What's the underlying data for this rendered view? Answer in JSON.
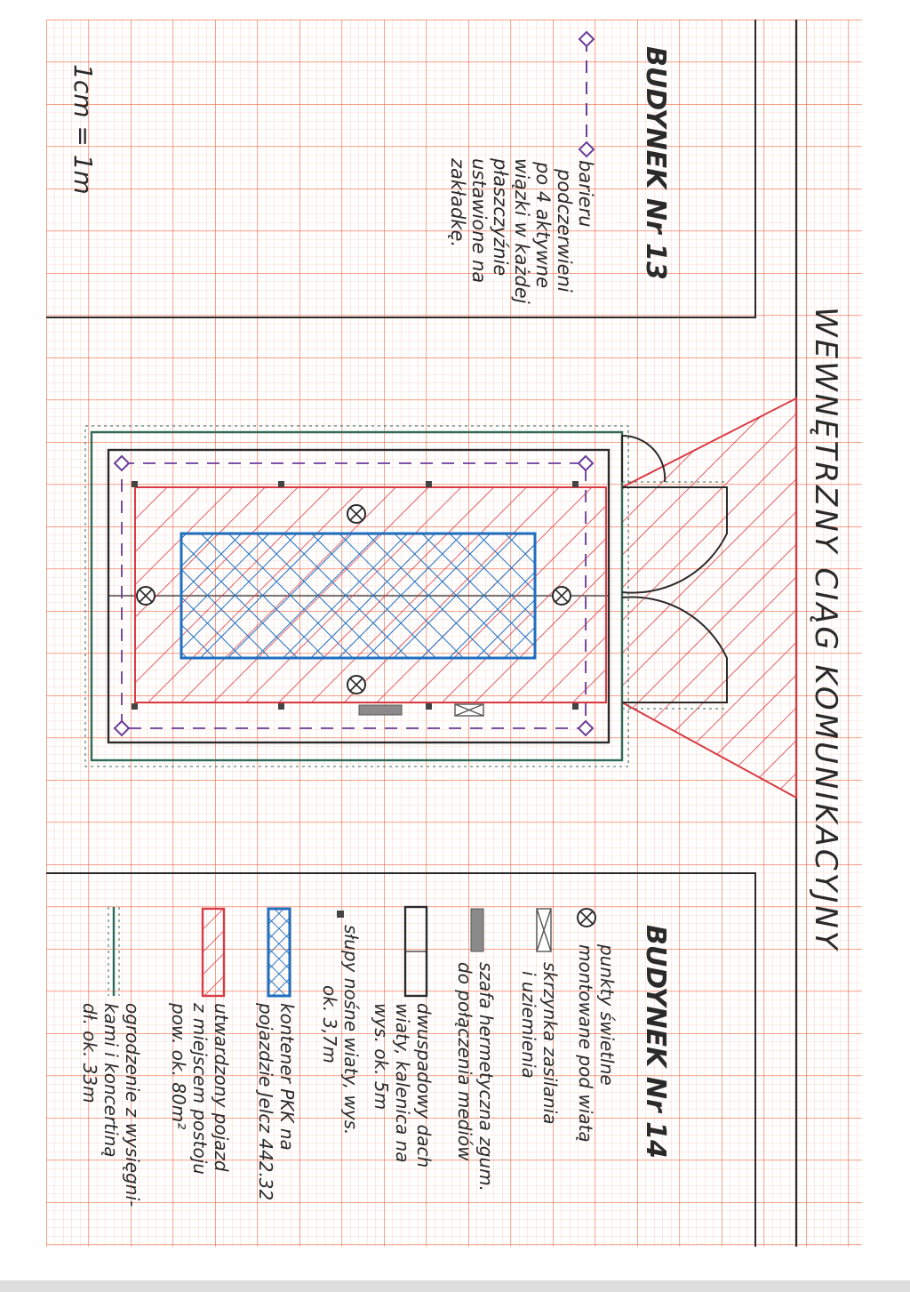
{
  "drawing": {
    "main_road": "WEWNĘTRZNY CIĄG KOMUNIKACYJNY",
    "building_13": "BUDYNEK Nr 13",
    "building_14": "BUDYNEK Nr 14",
    "scale": "1cm = 1m",
    "barrier_note": [
      "barieru",
      "podczerwieni",
      "po 4 aktywne",
      "wiązki w każdej",
      "płaszczyźnie",
      "ustawione na",
      "zakładkę."
    ]
  },
  "legend": [
    {
      "symbol": "light-point",
      "lines": [
        "punkty świetlne",
        "montowane pod wiatą"
      ]
    },
    {
      "symbol": "power-box",
      "lines": [
        "skrzynka zasilania",
        "i uziemienia"
      ]
    },
    {
      "symbol": "hermetic-gutter",
      "lines": [
        "szafa hermetyczna zgum.",
        "do połączenia mediów"
      ]
    },
    {
      "symbol": "roof",
      "lines": [
        "dwuspadowy dach",
        "wiaty, kalenica na",
        "wys. ok. 5m"
      ]
    },
    {
      "symbol": "column",
      "lines": [
        "słupy nośne wiaty, wys.",
        "ok. 3,7m"
      ]
    },
    {
      "symbol": "container",
      "lines": [
        "kontener PKK na",
        "pojazdzie Jelcz 442.32"
      ]
    },
    {
      "symbol": "paved-area",
      "lines": [
        "utwardzony pojazd",
        "z miejscem postoju",
        "pow. ok. 80m²"
      ]
    },
    {
      "symbol": "fence",
      "lines": [
        "ogrodzenie z wysięgni-",
        "kami i koncertiną",
        "dł. ok. 33m"
      ]
    }
  ],
  "colors": {
    "grid_major": "#f0653f",
    "grid_minor": "#f6b9a4",
    "ink": "#2a2a2a",
    "red": "#d93b45",
    "blue": "#1f6fc0",
    "green": "#2f6b5a",
    "purple": "#6a3d9a"
  }
}
